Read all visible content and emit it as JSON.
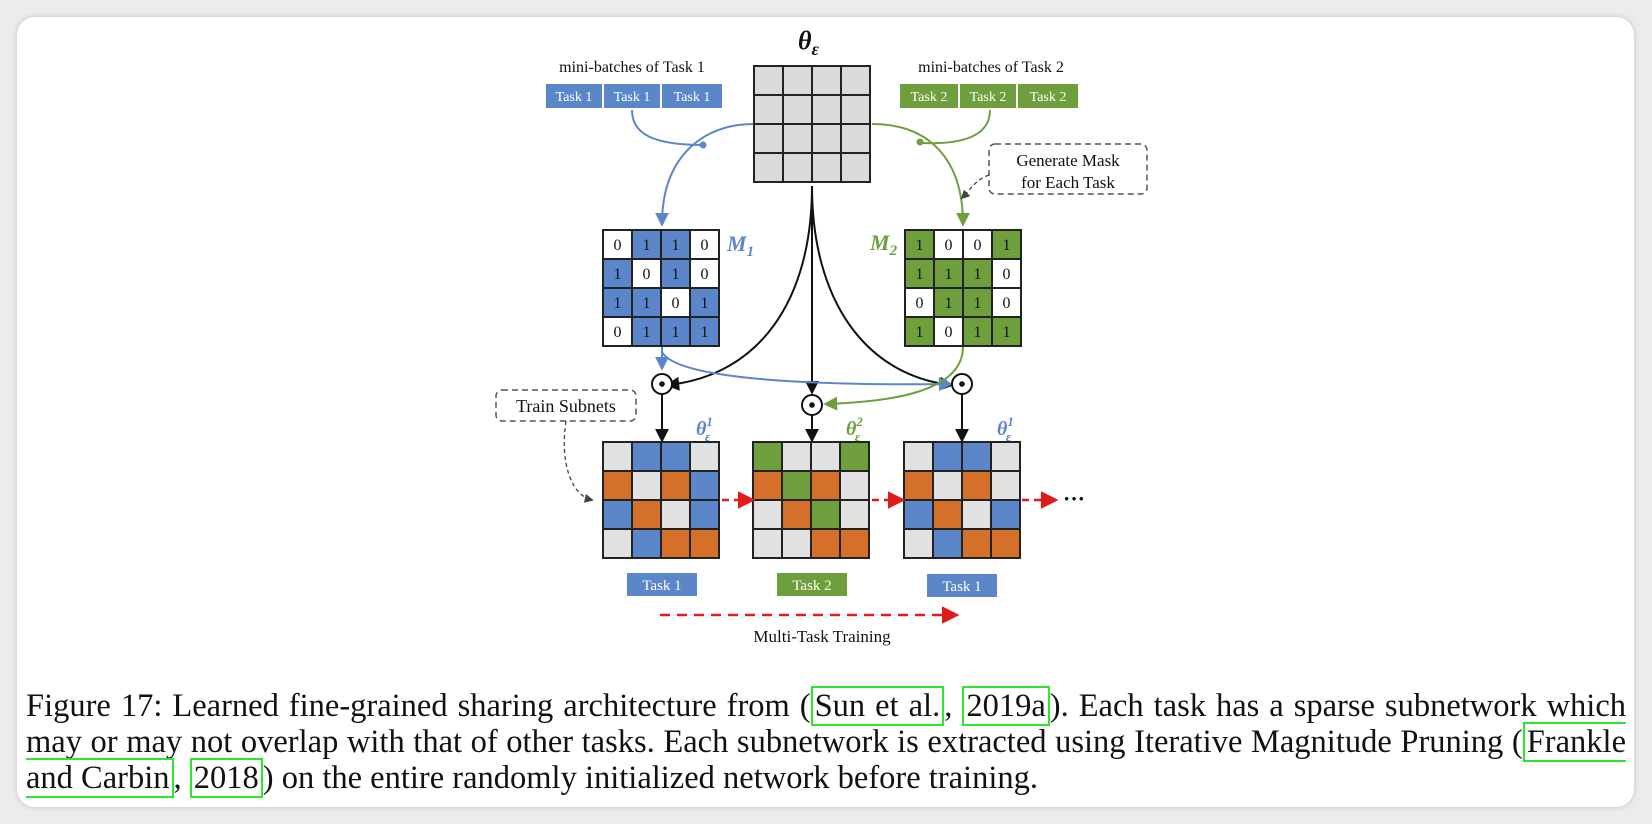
{
  "figure": {
    "theta_base": "θ",
    "theta_sub": "ε",
    "batches1_title": "mini-batches of Task 1",
    "batches2_title": "mini-batches of Task 2",
    "batches1": [
      "Task 1",
      "Task 1",
      "Task 1"
    ],
    "batches2": [
      "Task 2",
      "Task 2",
      "Task 2"
    ],
    "generate_mask_line1": "Generate Mask",
    "generate_mask_line2": "for Each Task",
    "m1_base": "M",
    "m1_sub": "1",
    "m2_base": "M",
    "m2_sub": "2",
    "mask1": [
      [
        0,
        1,
        1,
        0
      ],
      [
        1,
        0,
        1,
        0
      ],
      [
        1,
        1,
        0,
        1
      ],
      [
        0,
        1,
        1,
        1
      ]
    ],
    "mask2": [
      [
        1,
        0,
        0,
        1
      ],
      [
        1,
        1,
        1,
        0
      ],
      [
        0,
        1,
        1,
        0
      ],
      [
        1,
        0,
        1,
        1
      ]
    ],
    "train_subnets": "Train Subnets",
    "sub1_sup": "1",
    "sub2_sup": "2",
    "sub3_sup": "1",
    "grid1": [
      "g",
      "b",
      "b",
      "g",
      "o",
      "g",
      "o",
      "b",
      "b",
      "o",
      "g",
      "b",
      "g",
      "b",
      "o",
      "o"
    ],
    "grid2": [
      "G",
      "g",
      "g",
      "G",
      "o",
      "G",
      "o",
      "g",
      "g",
      "o",
      "G",
      "g",
      "g",
      "g",
      "o",
      "o"
    ],
    "grid3": [
      "g",
      "b",
      "b",
      "g",
      "o",
      "g",
      "o",
      "g",
      "b",
      "o",
      "g",
      "b",
      "g",
      "b",
      "o",
      "o"
    ],
    "task_labels": [
      "Task 1",
      "Task 2",
      "Task 1"
    ],
    "ellipsis": "···",
    "multitask_label": "Multi-Task Training",
    "colors": {
      "blue": "#5B87CA",
      "green": "#6E9F3C",
      "orange": "#D4702A",
      "gray": "#E1E1E1",
      "red": "#E01B1B"
    }
  },
  "caption": {
    "t1": "Figure 17: Learned fine-grained sharing architecture from (",
    "c1": "Sun et al.",
    "t2": ", ",
    "c2": "2019a",
    "t3": "). Each task has a sparse subnetwork which may or may not overlap with that of other tasks. Each subnetwork is extracted using Iterative Magnitude Pruning (",
    "c3": "Frankle and Carbin",
    "t4": ", ",
    "c4": "2018",
    "t5": ") on the entire randomly initialized network before training."
  }
}
